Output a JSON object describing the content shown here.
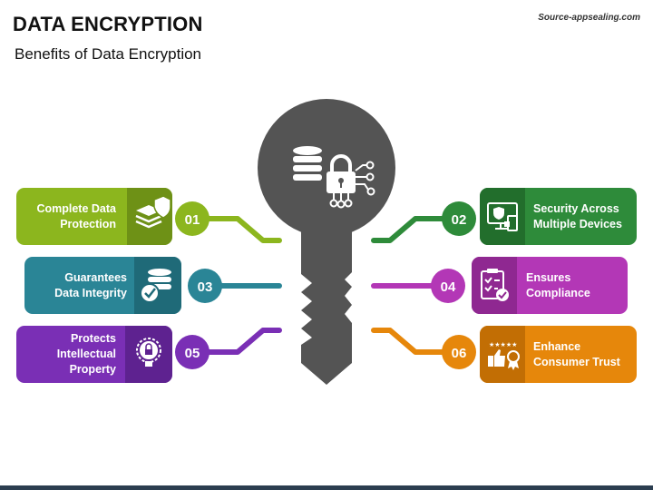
{
  "header": {
    "title": "DATA ENCRYPTION",
    "subtitle": "Benefits of Data Encryption",
    "source": "Source-appsealing.com"
  },
  "colors": {
    "key": "#545454",
    "green_light": "#8cb61e",
    "green_dark": "#2e8b3a",
    "teal": "#2a8596",
    "purple_light": "#b337b6",
    "purple": "#7a2fb5",
    "orange": "#e6870b"
  },
  "items": [
    {
      "number": "01",
      "label": "Complete Data Protection",
      "color": "green_light",
      "icon": "data-shield-icon"
    },
    {
      "number": "02",
      "label": "Security Across Multiple Devices",
      "color": "green_dark",
      "icon": "devices-lock-icon"
    },
    {
      "number": "03",
      "label": "Guarantees Data Integrity",
      "color": "teal",
      "icon": "database-check-icon"
    },
    {
      "number": "04",
      "label": "Ensures Compliance",
      "color": "purple_light",
      "icon": "clipboard-check-icon"
    },
    {
      "number": "05",
      "label": "Protects Intellectual Property",
      "color": "purple",
      "icon": "lightbulb-lock-icon"
    },
    {
      "number": "06",
      "label": "Enhance Consumer Trust",
      "color": "orange",
      "icon": "thumbs-up-award-icon"
    }
  ],
  "lines": [
    [
      "Complete Data",
      "Protection"
    ],
    [
      "Security Across",
      "Multiple Devices"
    ],
    [
      "Guarantees",
      "Data Integrity"
    ],
    [
      "Ensures",
      "Compliance"
    ],
    [
      "Protects",
      "Intellectual",
      "Property"
    ],
    [
      "Enhance",
      "Consumer Trust"
    ]
  ]
}
